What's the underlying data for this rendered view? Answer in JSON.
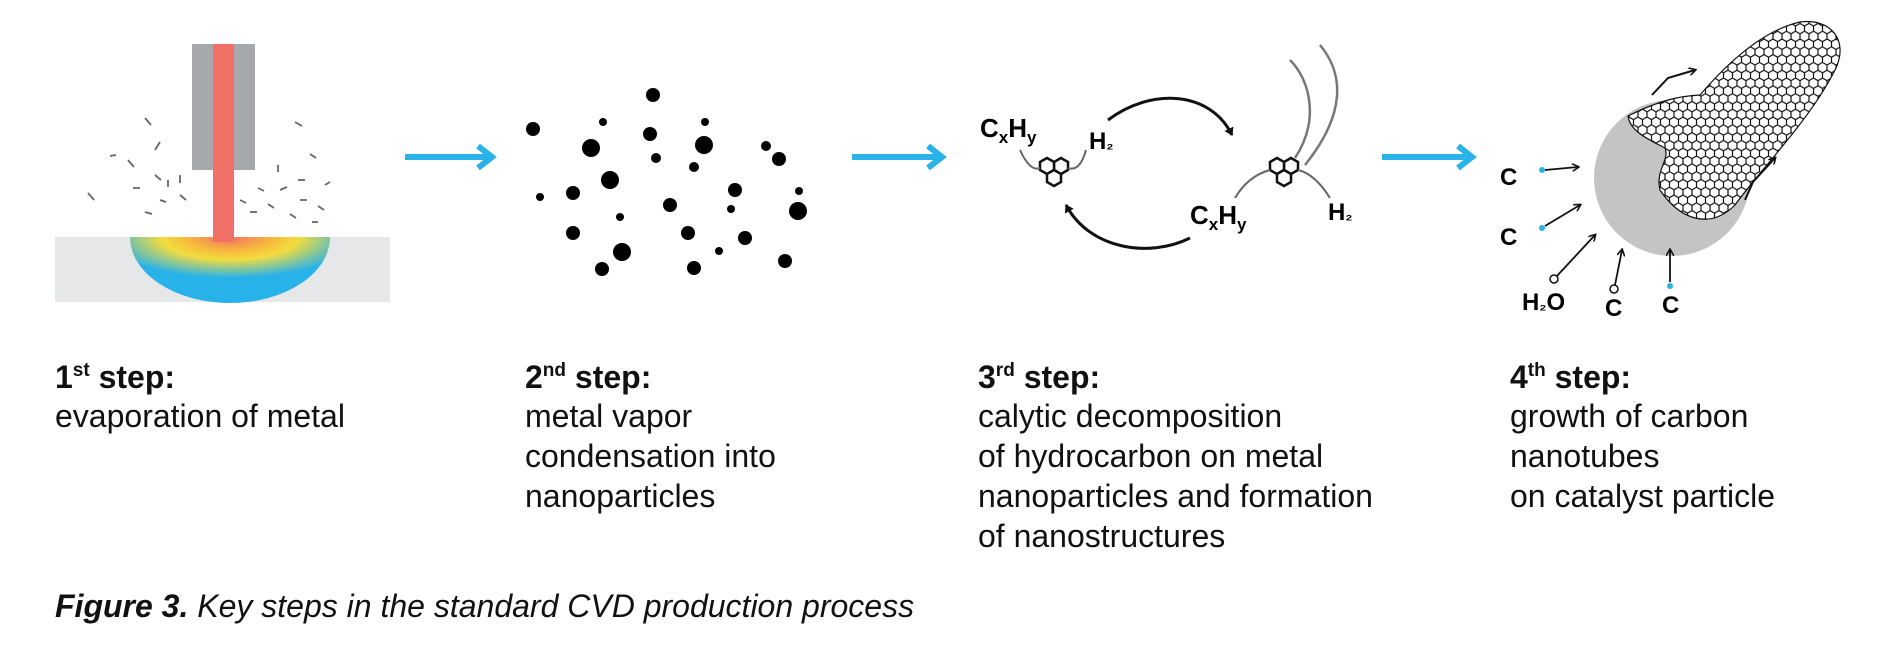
{
  "diagram": {
    "accent_arrow_color": "#29b3e8",
    "laser_color": "#f07068",
    "substrate_color": "#e6e7e8",
    "particle_color": "#000000",
    "catalyst_color": "#c4c4c4",
    "step3_labels": {
      "hydrocarbon_top": "CxHy",
      "hydrogen_top": "H₂",
      "hydrocarbon_bottom": "CxHy",
      "hydrogen_bottom": "H₂"
    },
    "step4_labels": {
      "carbon": "C",
      "water": "H₂O"
    }
  },
  "steps": [
    {
      "num": "1",
      "suffix": "st",
      "word": "step:",
      "lines": [
        "evaporation of metal"
      ]
    },
    {
      "num": "2",
      "suffix": "nd",
      "word": "step:",
      "lines": [
        "metal vapor",
        "condensation into",
        "nanoparticles"
      ]
    },
    {
      "num": "3",
      "suffix": "rd",
      "word": "step:",
      "lines": [
        "calytic decomposition",
        "of hydrocarbon on metal",
        "nanoparticles and formation",
        "of nanostructures"
      ]
    },
    {
      "num": "4",
      "suffix": "th",
      "word": "step:",
      "lines": [
        "growth of carbon",
        "nanotubes",
        "on catalyst particle"
      ]
    }
  ],
  "caption": {
    "label": "Figure 3.",
    "text": " Key steps in the standard CVD production process"
  }
}
